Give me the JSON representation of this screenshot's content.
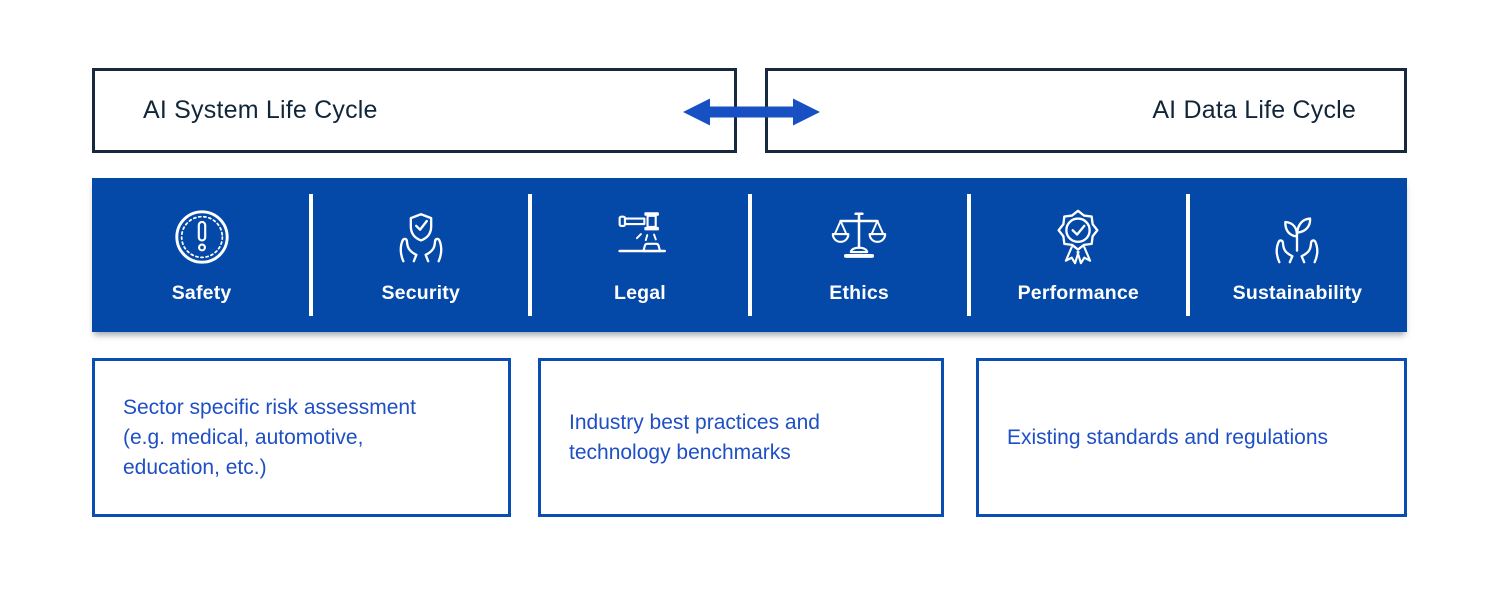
{
  "page": {
    "background": "#ffffff"
  },
  "top_row": {
    "left_box": {
      "label": "AI System Life Cycle"
    },
    "right_box": {
      "label": "AI Data Life Cycle"
    },
    "arrow": {
      "icon": "bidirectional-arrow",
      "color": "#1750c2"
    },
    "border_color": "#16293e",
    "text_color": "#122639"
  },
  "pillars": {
    "background": "#0449a8",
    "divider_color": "#ffffff",
    "label_color": "#ffffff",
    "items": [
      {
        "label": "Safety",
        "icon": "alert-circle-icon"
      },
      {
        "label": "Security",
        "icon": "hands-shield-check-icon"
      },
      {
        "label": "Legal",
        "icon": "gavel-icon"
      },
      {
        "label": "Ethics",
        "icon": "balance-scale-icon"
      },
      {
        "label": "Performance",
        "icon": "award-rosette-icon"
      },
      {
        "label": "Sustainability",
        "icon": "hands-plant-icon"
      }
    ]
  },
  "notes": {
    "border_color": "#0a4db3",
    "text_color": "#1e4fc5",
    "items": [
      {
        "text": "Sector specific risk assessment\n(e.g. medical, automotive,\neducation, etc.)"
      },
      {
        "text": "Industry best practices and\ntechnology benchmarks"
      },
      {
        "text": "Existing standards and regulations"
      }
    ]
  }
}
